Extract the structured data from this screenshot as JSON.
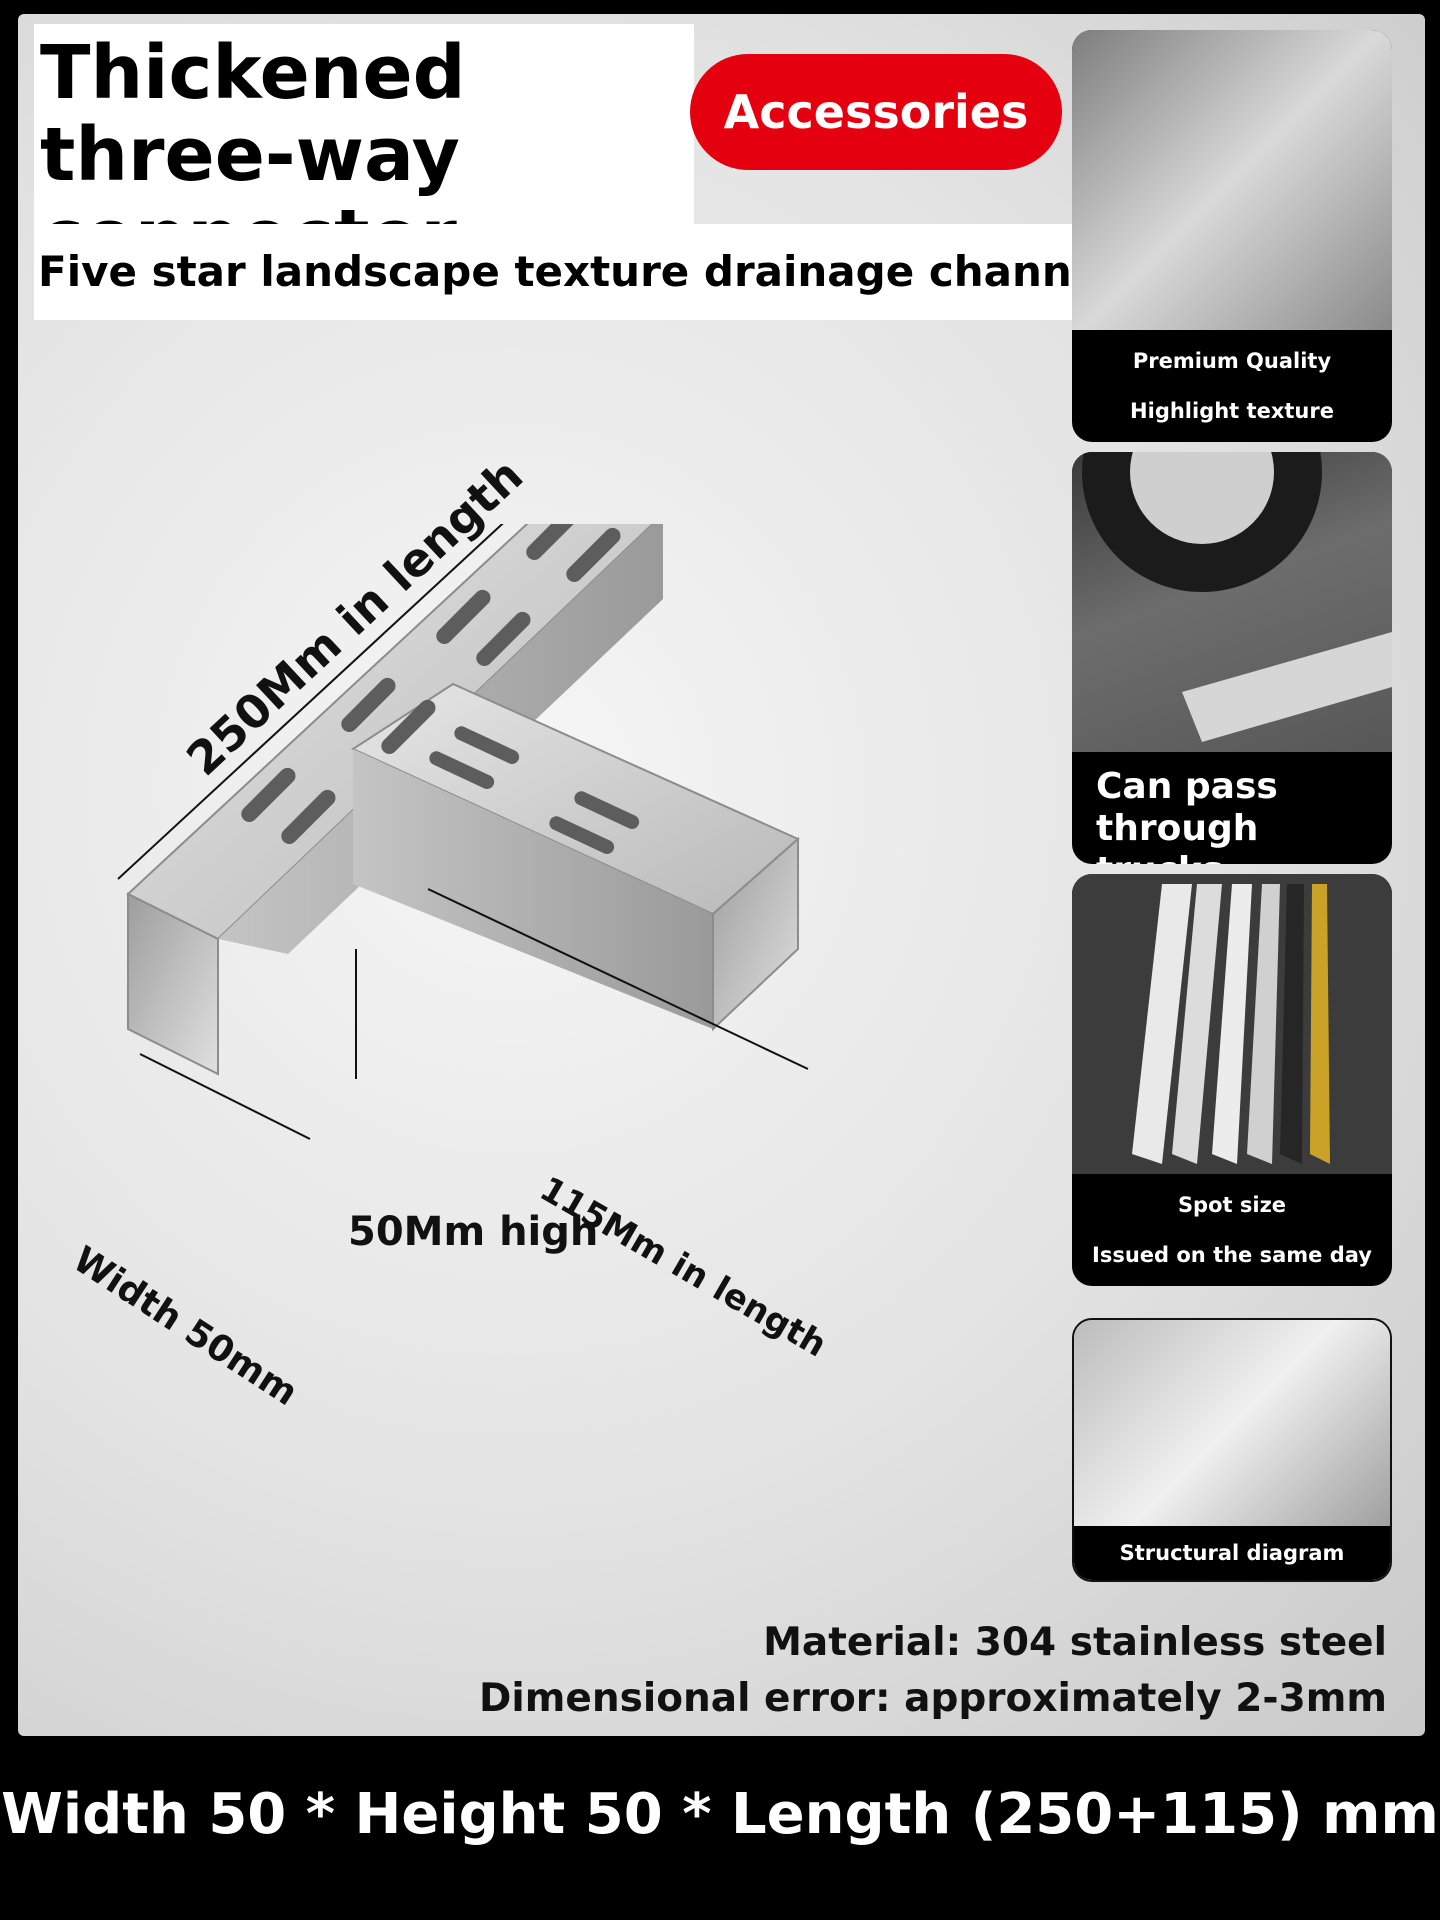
{
  "header": {
    "title": "Thickened three-way connector",
    "badge": "Accessories",
    "subtitle": "Five star landscape texture drainage channel"
  },
  "dimensions": {
    "length_main": "250Mm in length",
    "length_branch": "115Mm in length",
    "height": "50Mm high",
    "width": "Width 50mm"
  },
  "feature_cards": [
    {
      "lines": [
        "Premium Quality",
        "Highlight texture"
      ]
    },
    {
      "lines": [
        "Can pass",
        "through trucks"
      ]
    },
    {
      "lines": [
        "Spot size",
        "Issued on the same day"
      ]
    },
    {
      "lines": [
        "Structural diagram"
      ]
    }
  ],
  "specs": {
    "material": "Material: 304 stainless steel",
    "error": "Dimensional error: approximately 2-3mm"
  },
  "footer": "Width 50 * Height 50 * Length (250+115) mm",
  "colors": {
    "badge": "#e4000f",
    "background": "#000000",
    "panel": "#e8e8e8"
  }
}
